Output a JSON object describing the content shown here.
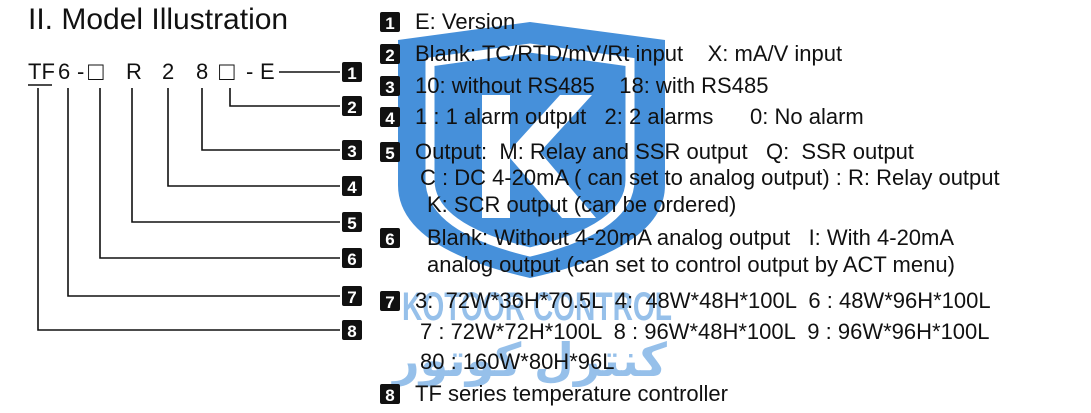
{
  "title": "II. Model Illustration",
  "model_code": [
    {
      "text": "TF",
      "underline": true
    },
    {
      "text": "6"
    },
    {
      "text": "-"
    },
    {
      "text": "□"
    },
    {
      "text": "R"
    },
    {
      "text": "2"
    },
    {
      "text": "8"
    },
    {
      "text": "□"
    },
    {
      "text": "-"
    },
    {
      "text": "E"
    }
  ],
  "markers": [
    "1",
    "2",
    "3",
    "4",
    "5",
    "6",
    "7",
    "8"
  ],
  "desc_lines": [
    {
      "badge": "1",
      "text": "E: Version"
    },
    {
      "badge": "2",
      "text": "Blank: TC/RTD/mV/Rt input    X: mA/V input"
    },
    {
      "badge": "3",
      "text": "10: without RS485    18: with RS485"
    },
    {
      "badge": "4",
      "text": "1 : 1 alarm output   2: 2 alarms      0: No alarm"
    },
    {
      "badge": "5",
      "text": "Output:  M: Relay and SSR output   Q:  SSR output"
    },
    {
      "badge": "",
      "text": "C : DC 4-20mA ( can set to analog output) : R: Relay output"
    },
    {
      "badge": "",
      "text": "K: SCR output (can be ordered)"
    },
    {
      "badge": "6",
      "text": "Blank: Without 4-20mA analog output   I: With 4-20mA"
    },
    {
      "badge": "",
      "text": "analog output (can set to control output by ACT menu)"
    },
    {
      "badge": "7",
      "text": "3:  72W*36H*70.5L  4:  48W*48H*100L  6 : 48W*96H*100L"
    },
    {
      "badge": "",
      "text": "7 : 72W*72H*100L  8 : 96W*48H*100L  9 : 96W*96H*100L"
    },
    {
      "badge": "",
      "text": "80 : 160W*80H*96L"
    },
    {
      "badge": "8",
      "text": "TF series temperature controller"
    }
  ],
  "watermark": {
    "line1": "KOTOOR CONTROL",
    "line2": "كنترل كوتور",
    "shield_color": "#1e78d2"
  },
  "colors": {
    "text": "#111111",
    "badge_bg": "#111111",
    "badge_fg": "#ffffff"
  }
}
